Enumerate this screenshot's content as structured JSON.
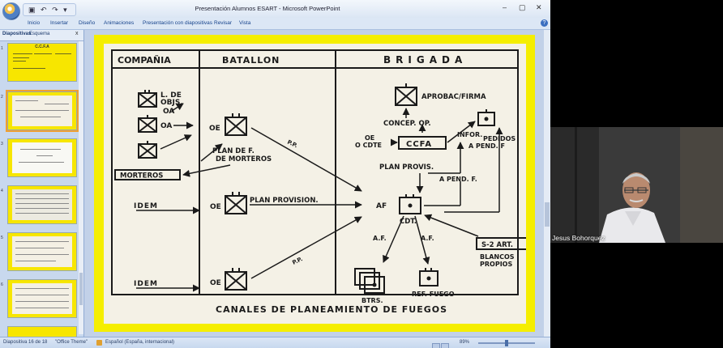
{
  "window": {
    "title": "Presentación  Alumnos ESART - Microsoft PowerPoint",
    "qat_icons": [
      "save-icon",
      "undo-icon",
      "redo-icon"
    ],
    "controls": {
      "minimize": "–",
      "maximize": "▢",
      "close": "✕"
    }
  },
  "ribbon": {
    "tabs": [
      "Inicio",
      "Insertar",
      "Diseño",
      "Animaciones",
      "Presentación con diapositivas",
      "Revisar",
      "Vista"
    ],
    "help": "?"
  },
  "left_pane": {
    "tab_slides": "Diapositivas",
    "tab_outline": "Esquema",
    "close": "x",
    "thumbnails": [
      {
        "number": "1",
        "title": "C.C.F.A"
      },
      {
        "number": "2",
        "title": ""
      },
      {
        "number": "3",
        "title": ""
      },
      {
        "number": "4",
        "title": ""
      },
      {
        "number": "5",
        "title": ""
      },
      {
        "number": "6",
        "title": ""
      }
    ]
  },
  "slide": {
    "headers": {
      "company": "COMPAÑIA",
      "battalion": "BATALLON",
      "brigade": "BRIGADA"
    },
    "labels": {
      "obj_1": "L. DE",
      "obj_2": "OBJS.",
      "oa_1": "OA",
      "oa_2": "OA",
      "oe_batallon": "OE",
      "plan_morteros_1": "PLAN DE F.",
      "plan_morteros_2": "DE MORTEROS",
      "morteros": "MORTEROS",
      "idem_1": "IDEM",
      "idem_2": "IDEM",
      "oe_2": "OE",
      "oe_3": "OE",
      "plan_provision": "PLAN PROVISION.",
      "pp_1": "P.P.",
      "pp_2": "P.P.",
      "aprobac": "APROBAC/FIRMA",
      "concep": "CONCEP. OP.",
      "oe_cdte_1": "OE",
      "oe_cdte_2": "O CDTE",
      "ccfa": "CCFA",
      "plan_provis": "PLAN PROVIS.",
      "infor": "INFOR.",
      "pedidos_1": "PEDIDOS",
      "pedidos_2": "A PEND. F",
      "a_pend": "A PEND. F.",
      "af": "AF",
      "cdt": "CDT.",
      "af_left": "A.F.",
      "af_right": "A.F.",
      "s2_art": "S-2 ART.",
      "blancos_1": "BLANCOS",
      "blancos_2": "PROPIOS",
      "btrs": "BTRS.",
      "ref_fuego": "REF. FUEGO",
      "footer": "CANALES  DE  PLANEAMIENTO  DE  FUEGOS"
    }
  },
  "status_bar": {
    "slide_info": "Diapositiva 16 de 18",
    "theme": "\"Office Theme\"",
    "language": "Español (España, internacional)",
    "zoom": "89%"
  },
  "webcam": {
    "participant_name": "Jesus Bohorquez"
  }
}
